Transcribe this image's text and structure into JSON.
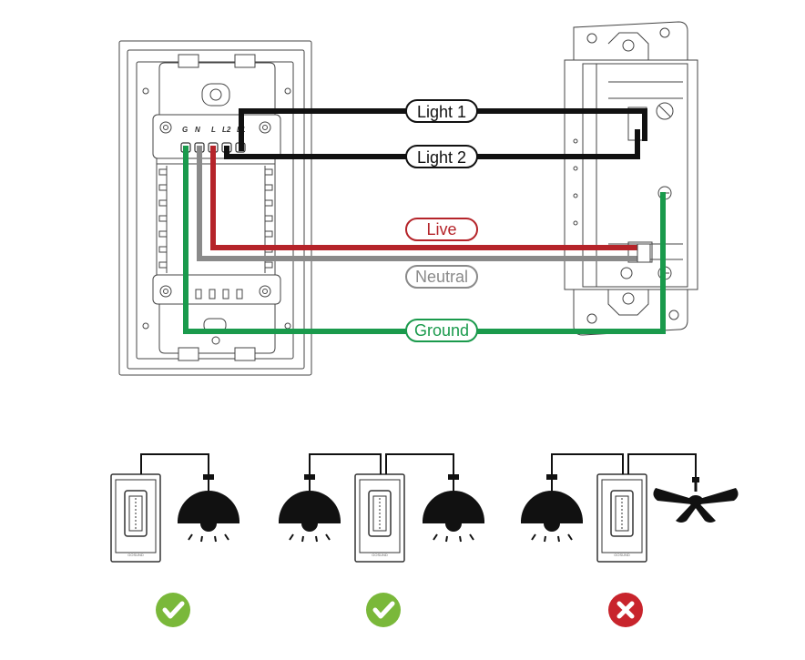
{
  "wires": {
    "light1": {
      "label": "Light 1",
      "color": "#111111"
    },
    "light2": {
      "label": "Light 2",
      "color": "#111111"
    },
    "live": {
      "label": "Live",
      "color": "#b5242a"
    },
    "neutral": {
      "label": "Neutral",
      "color": "#8a8a8a"
    },
    "ground": {
      "label": "Ground",
      "color": "#1a9a4c"
    }
  },
  "terminals": [
    "G",
    "N",
    "L",
    "L2",
    "L1"
  ],
  "brand": "GOSUND",
  "configurations": [
    {
      "icon": "check-icon",
      "status_color": "#7ab83a"
    },
    {
      "icon": "check-icon",
      "status_color": "#7ab83a"
    },
    {
      "icon": "cross-icon",
      "status_color": "#c8242c"
    }
  ]
}
